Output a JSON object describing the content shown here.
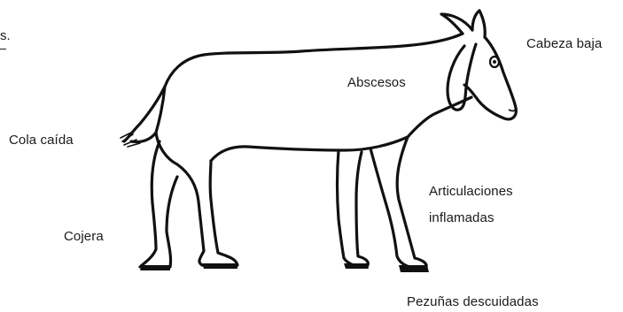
{
  "diagram": {
    "fragment_text": "s.",
    "labels": {
      "head": "Cabeza baja",
      "abscesses": "Abscesos",
      "tail": "Cola caída",
      "joints_line1": "Articulaciones",
      "joints_line2": "inflamadas",
      "lameness": "Cojera",
      "hooves": "Pezuñas descuidadas"
    }
  }
}
